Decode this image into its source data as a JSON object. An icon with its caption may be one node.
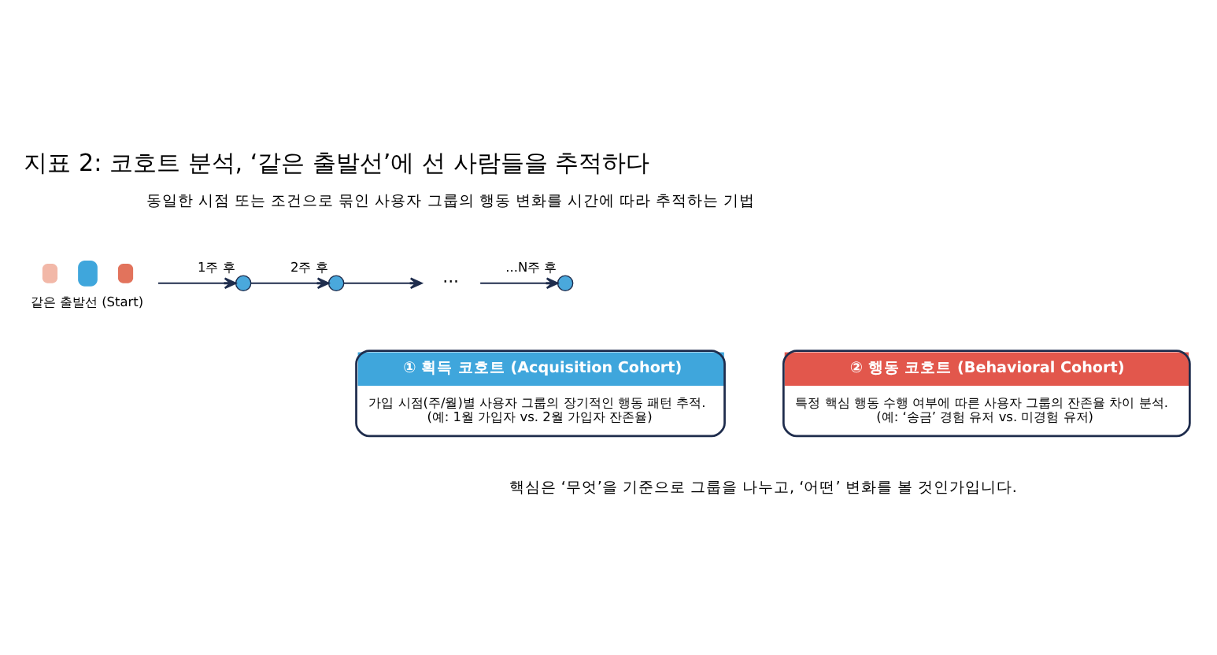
{
  "diagram": {
    "title": "지표 2: 코호트 분석, ‘같은 출발선’에 선 사람들을 추적하다",
    "nodes": [
      {
        "text": [
          "같은 출발선 (Start)"
        ]
      },
      {
        "text": [
          "1주 후"
        ]
      },
      {
        "text": [
          "2주 후"
        ]
      },
      {
        "text": [
          "···"
        ]
      },
      {
        "text": [
          "...N주 후"
        ]
      },
      {
        "text": [
          "① 획득 코호트 (Acquisition Cohort)",
          "가입 시점(주/월)별 사용자 그룹의 장기적인 행동 패턴 추적.",
          "(예: 1월 가입자 vs. 2월 가입자 잔존율)"
        ]
      },
      {
        "text": [
          "② 행동 코호트 (Behavioral Cohort)",
          "특정 핵심 행동 수행 여부에 따른 사용자 그룹의 잔존율 차이 분석.",
          "(예: ‘송금’ 경험 유저 vs. 미경험 유저)"
        ]
      }
    ],
    "edges": [
      {
        "from": 0,
        "to": 1,
        "arrow": "to"
      },
      {
        "from": 1,
        "to": 2,
        "arrow": "to"
      },
      {
        "from": 2,
        "to": 3,
        "arrow": "to"
      },
      {
        "from": 3,
        "to": 4,
        "arrow": "to"
      }
    ],
    "labels": [
      "동일한 시점 또는 조건으로 묶인 사용자 그룹의 행동 변화를 시간에 따라 추적하는 기법",
      "핵심은 ‘무엇’을 기준으로 그룹을 나누고, ‘어떤’ 변화를 볼 것인가입니다."
    ]
  }
}
